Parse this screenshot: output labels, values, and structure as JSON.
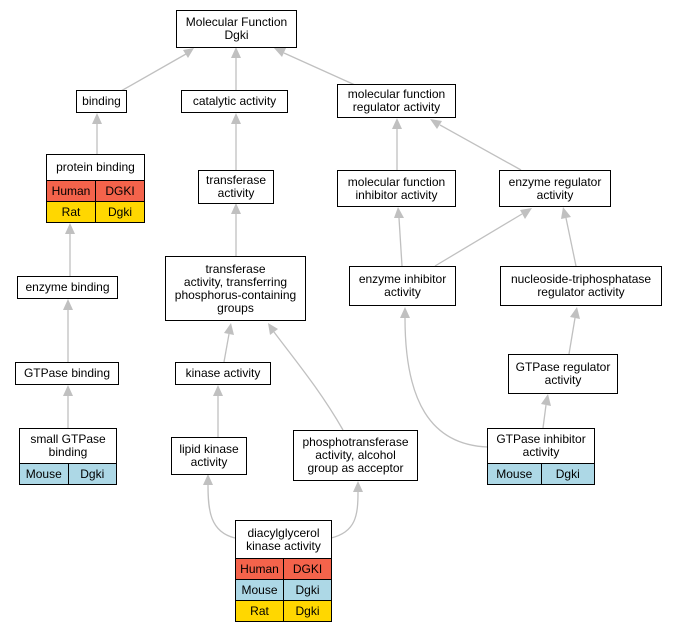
{
  "colors": {
    "edge": "#c0c0c0",
    "Human": "#f4634b",
    "Mouse": "#add8e6",
    "Rat": "#ffd700"
  },
  "nodes": {
    "mf_dgki": "Molecular Function\nDgki",
    "binding": "binding",
    "catalytic": "catalytic activity",
    "mf_regulator": "molecular function\nregulator activity",
    "protein_binding": "protein binding",
    "transferase": "transferase\nactivity",
    "mf_inhibitor": "molecular function\ninhibitor activity",
    "enzyme_regulator": "enzyme regulator\nactivity",
    "transferase_p": "transferase\nactivity, transferring\nphosphorus-containing\ngroups",
    "enzyme_inhibitor": "enzyme inhibitor\nactivity",
    "ntpase_regulator": "nucleoside-triphosphatase\nregulator activity",
    "enzyme_binding": "enzyme binding",
    "gtpase_binding": "GTPase binding",
    "kinase": "kinase activity",
    "gtpase_regulator": "GTPase regulator\nactivity",
    "small_gtpase_binding": "small GTPase\nbinding",
    "lipid_kinase": "lipid kinase\nactivity",
    "phosphotransferase": "phosphotransferase\nactivity, alcohol\ngroup as acceptor",
    "gtpase_inhibitor": "GTPase inhibitor\nactivity",
    "dgk": "diacylglycerol\nkinase activity"
  },
  "tables": {
    "protein_binding": [
      {
        "species": "Human",
        "gene": "DGKI"
      },
      {
        "species": "Rat",
        "gene": "Dgki"
      }
    ],
    "small_gtpase_binding": [
      {
        "species": "Mouse",
        "gene": "Dgki"
      }
    ],
    "gtpase_inhibitor": [
      {
        "species": "Mouse",
        "gene": "Dgki"
      }
    ],
    "dgk": [
      {
        "species": "Human",
        "gene": "DGKI"
      },
      {
        "species": "Mouse",
        "gene": "Dgki"
      },
      {
        "species": "Rat",
        "gene": "Dgki"
      }
    ]
  }
}
